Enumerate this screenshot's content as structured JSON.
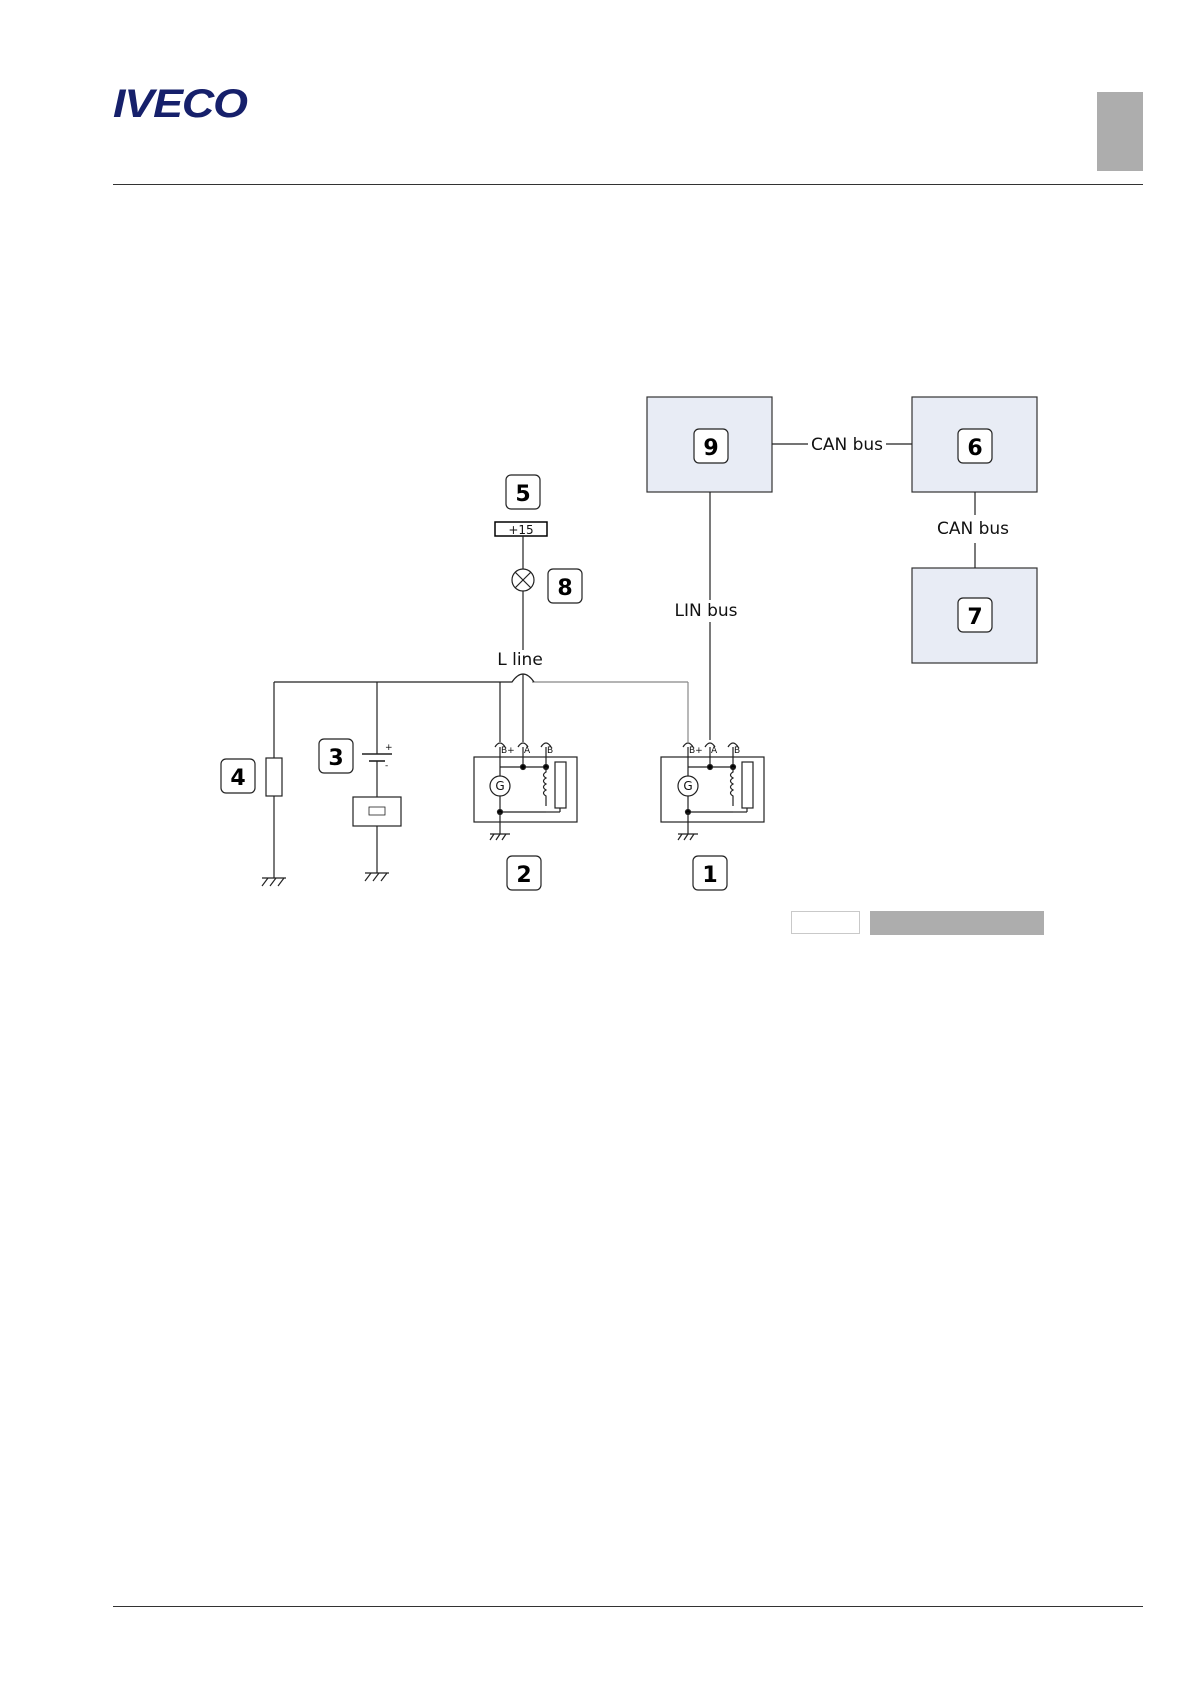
{
  "header": {
    "logo_text": "IVECO"
  },
  "diagram": {
    "units": [
      {
        "id": "9",
        "label": "9"
      },
      {
        "id": "6",
        "label": "6"
      },
      {
        "id": "7",
        "label": "7"
      }
    ],
    "bus_labels": {
      "can_top": "CAN bus",
      "can_side": "CAN bus",
      "lin": "LIN bus",
      "l_line": "L line"
    },
    "callouts": {
      "c1": "1",
      "c2": "2",
      "c3": "3",
      "c4": "4",
      "c5": "5",
      "c8": "8"
    },
    "terminal_label": "+15",
    "generator": {
      "symbol": "G",
      "terminals": [
        "B+",
        "A",
        "B"
      ]
    },
    "battery_signs": {
      "plus": "+",
      "minus": "-"
    }
  },
  "footer_boxes": {
    "code": "",
    "caption": ""
  }
}
